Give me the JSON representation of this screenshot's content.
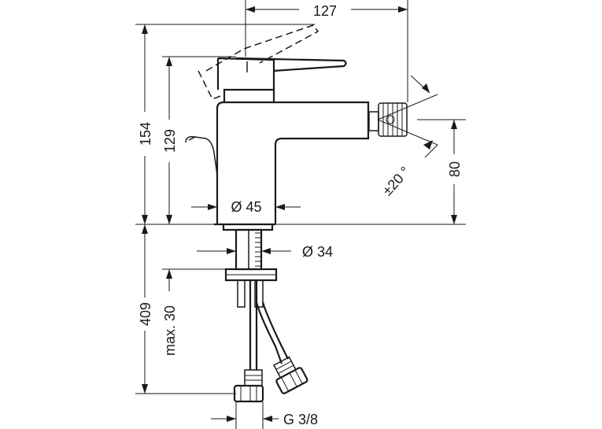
{
  "dimensions": {
    "width_top": "127",
    "overall_height": "154",
    "lever_height": "129",
    "spout_height": "80",
    "swivel_angle": "±20 °",
    "body_diameter": "Ø 45",
    "shank_diameter": "Ø 34",
    "shank_length": "409",
    "max_thickness": "max. 30",
    "connection_thread": "G 3/8"
  }
}
